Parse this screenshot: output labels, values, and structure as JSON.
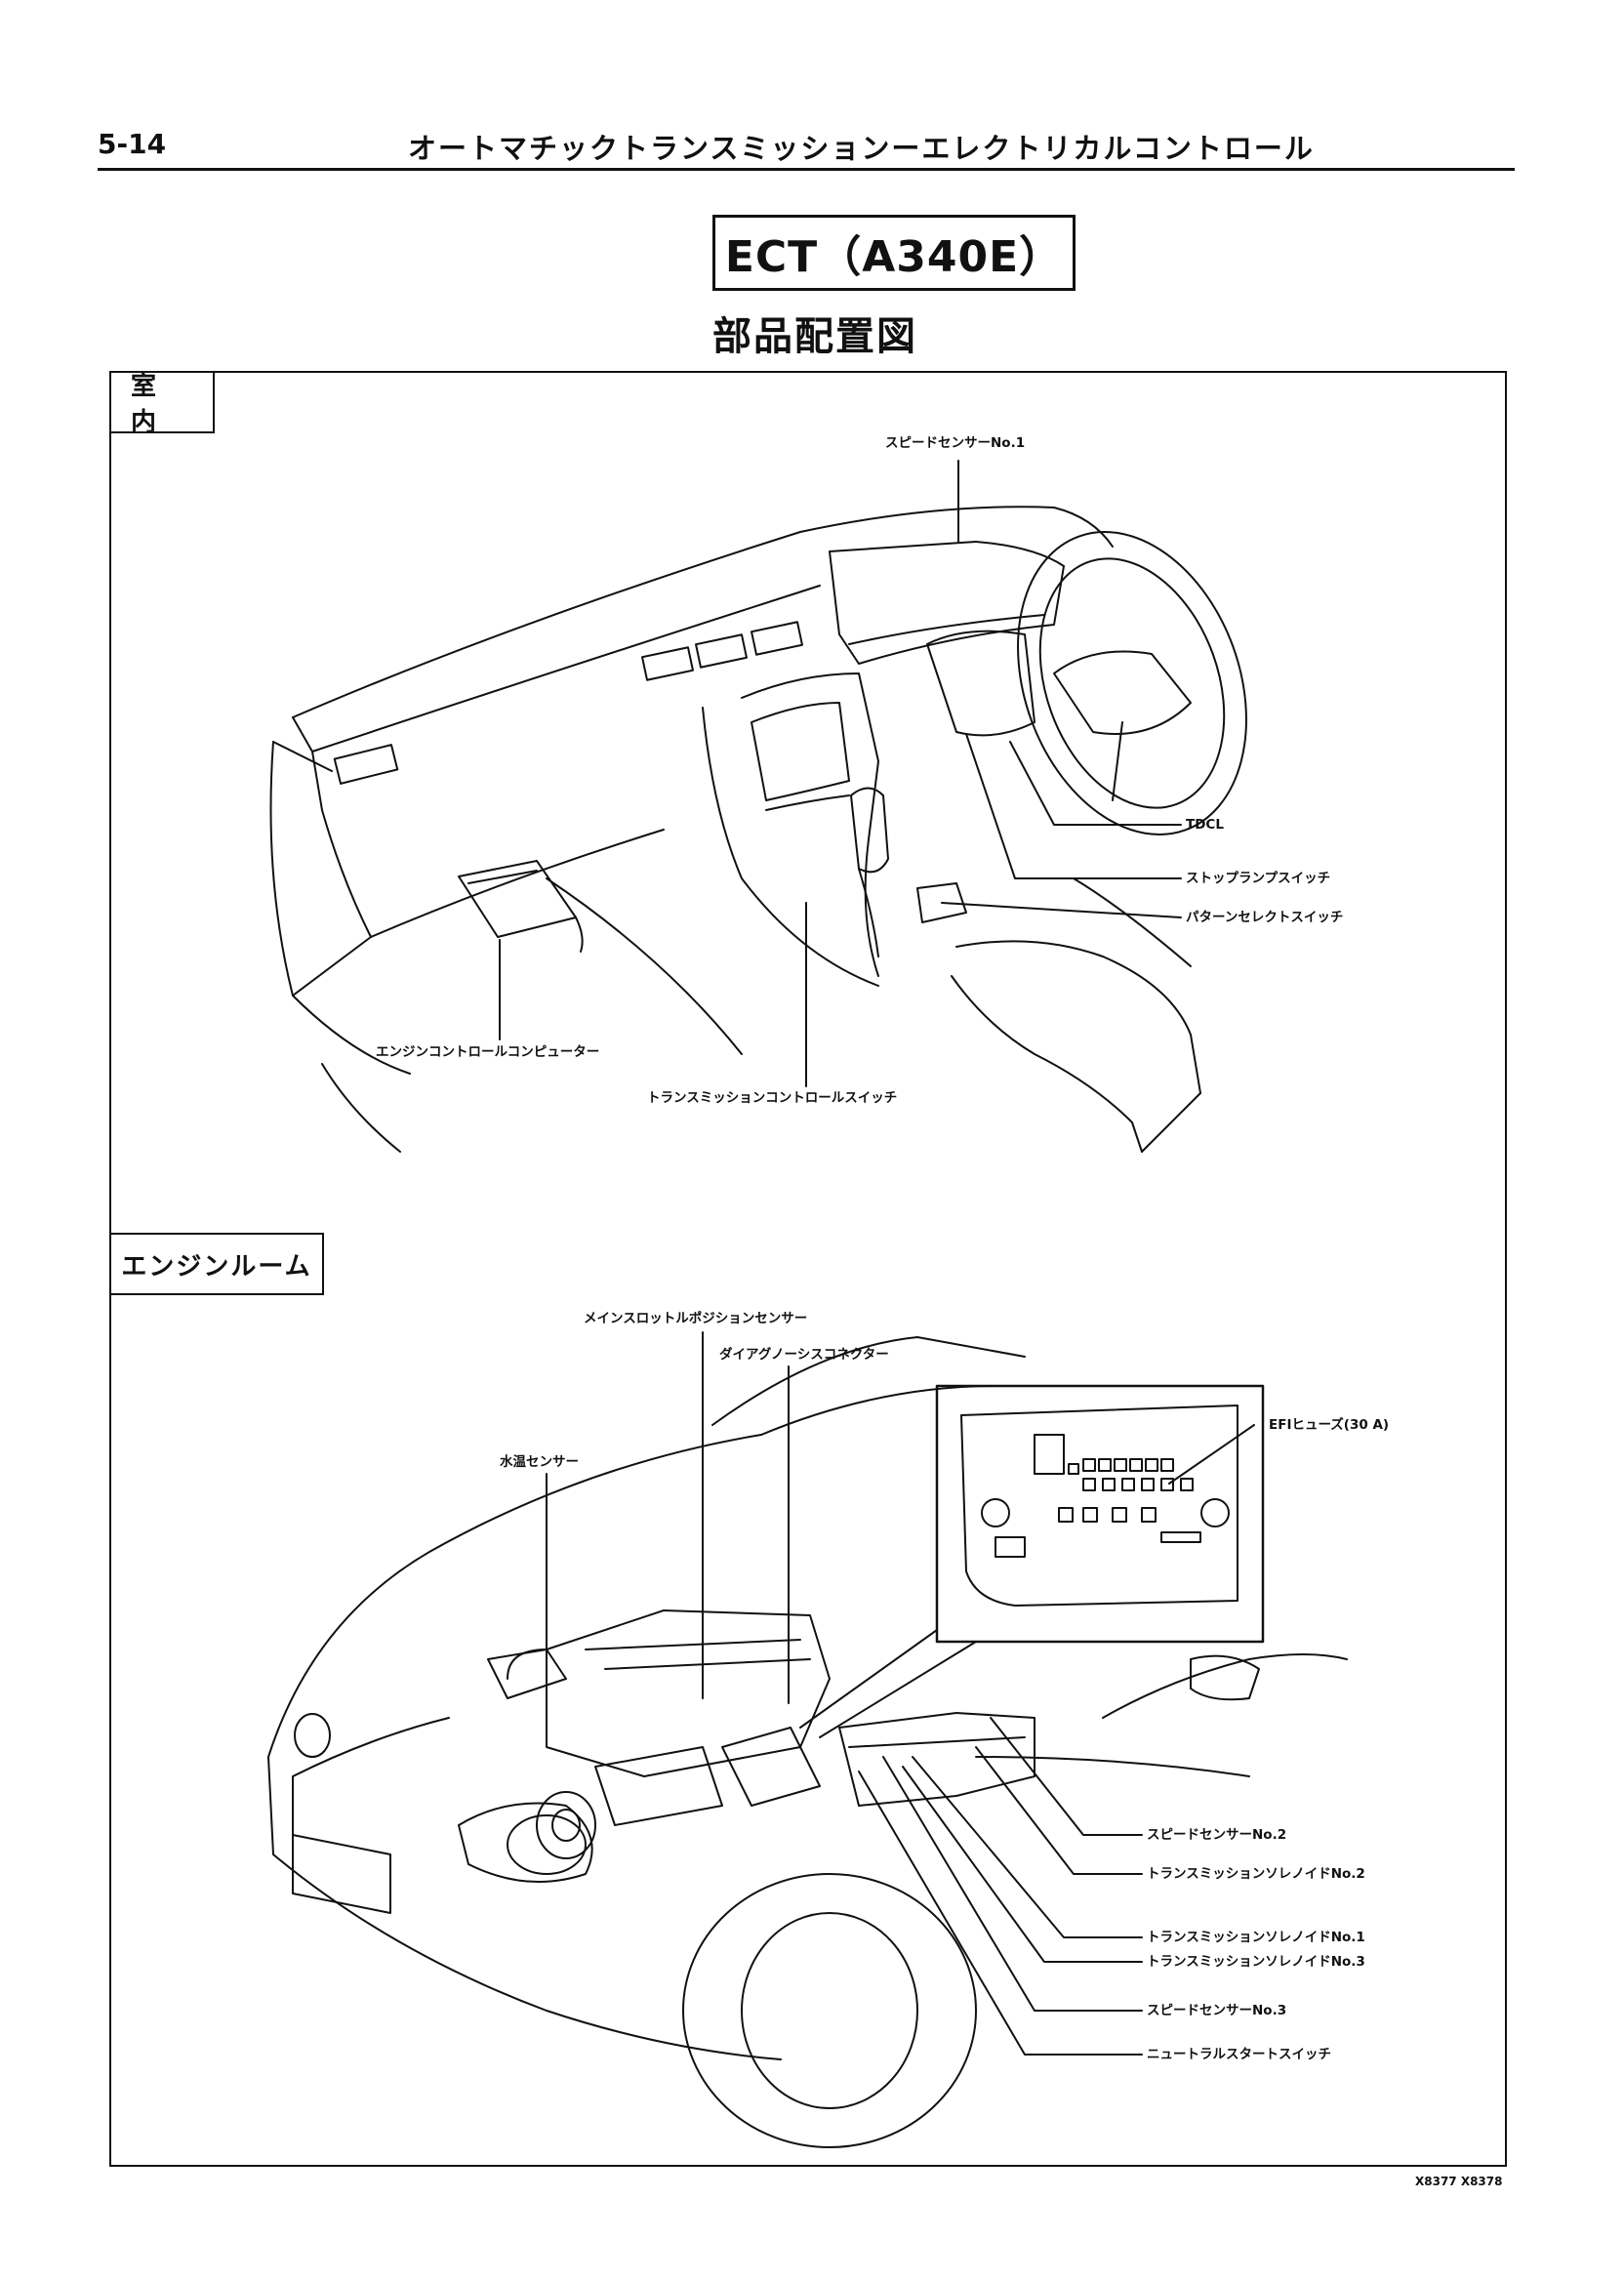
{
  "header": {
    "page_number": "5-14",
    "section_title": "オートマチックトランスミッションーエレクトリカルコントロール"
  },
  "title": {
    "main": "ECT（A340E）",
    "sub": "部品配置図"
  },
  "sections": {
    "interior": {
      "label": "室内",
      "labels": {
        "speed_sensor_1": "スピードセンサーNo.1",
        "tdcl": "TDCL",
        "stop_lamp_switch": "ストップランプスイッチ",
        "pattern_select_switch": "パターンセレクトスイッチ",
        "engine_computer": "エンジンコントロールコンピューター",
        "trans_control_switch": "トランスミッションコントロールスイッチ"
      }
    },
    "engine_room": {
      "label": "エンジンルーム",
      "labels": {
        "throttle_sensor": "メインスロットルポジションセンサー",
        "diag_connector": "ダイアグノーシスコネクター",
        "water_temp_sensor": "水温センサー",
        "efi_fuse": "EFIヒューズ(30 A)",
        "speed_sensor_2": "スピードセンサーNo.2",
        "solenoid_2": "トランスミッションソレノイドNo.2",
        "solenoid_1": "トランスミッションソレノイドNo.1",
        "solenoid_3": "トランスミッションソレノイドNo.3",
        "speed_sensor_3": "スピードセンサーNo.3",
        "neutral_start_switch": "ニュートラルスタートスイッチ"
      }
    }
  },
  "footer": {
    "figure_codes": "X8377   X8378"
  }
}
